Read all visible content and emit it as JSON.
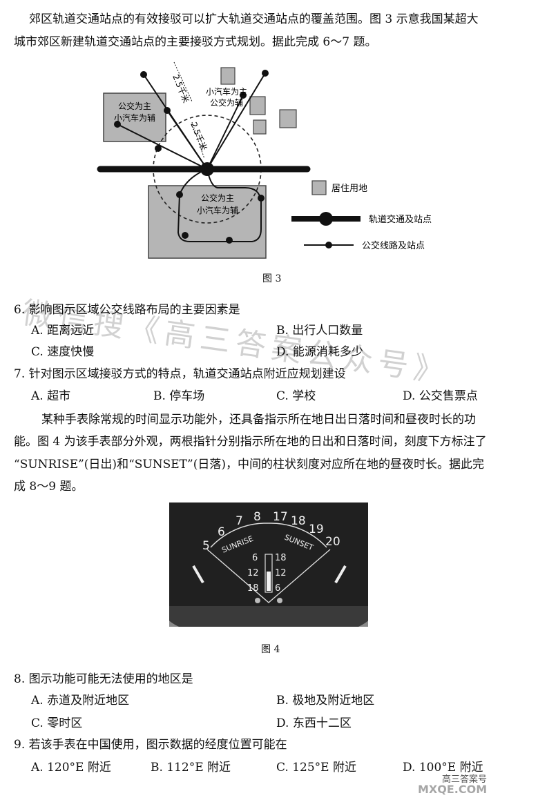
{
  "intro1": {
    "line1": "郊区轨道交通站点的有效接驳可以扩大轨道交通站点的覆盖范围。图 3 示意我国某超大",
    "line2": "城市郊区新建轨道交通站点的主要接驳方式规划。据此完成 6～7 题。"
  },
  "fig3": {
    "caption": "图 3",
    "box_left": "公交为主\n小汽车为辅",
    "box_right_top": "小汽车为主\n公交为辅",
    "box_bottom": "公交为主\n小汽车为辅",
    "dist_outer": "2.5千米",
    "dist_inner": "2.5千米",
    "legend": {
      "residential": "居住用地",
      "rail": "轨道交通及站点",
      "bus": "公交线路及站点"
    }
  },
  "q6": {
    "stem": "6. 影响图示区域公交线路布局的主要因素是",
    "A": "A. 距离远近",
    "B": "B. 出行人口数量",
    "C": "C. 速度快慢",
    "D": "D. 能源消耗多少"
  },
  "q7": {
    "stem": "7. 针对图示区域接驳方式的特点，轨道交通站点附近应规划建设",
    "A": "A. 超市",
    "B": "B. 停车场",
    "C": "C. 学校",
    "D": "D. 公交售票点"
  },
  "intro2": {
    "line1": "某种手表除常规的时间显示功能外，还具备指示所在地日出日落时间和昼夜时长的功",
    "line2": "能。图 4 为该手表部分外观，两根指针分别指示所在地的日出和日落时间，刻度下方标注了",
    "line3": "“SUNRISE”(日出)和“SUNSET”(日落)，中间的柱状刻度对应所在地的昼夜时长。据此完",
    "line4": "成 8～9 题。"
  },
  "fig4": {
    "caption": "图 4",
    "left_ticks": [
      "5",
      "6",
      "7",
      "8"
    ],
    "right_ticks": [
      "17",
      "18",
      "19",
      "20"
    ],
    "sunrise": "SUNRISE",
    "sunset": "SUNSET",
    "col_left": [
      "6",
      "12",
      "18"
    ],
    "col_right": [
      "18",
      "12",
      "6"
    ]
  },
  "q8": {
    "stem": "8. 图示功能可能无法使用的地区是",
    "A": "A. 赤道及附近地区",
    "B": "B. 极地及附近地区",
    "C": "C. 零时区",
    "D": "D. 东西十二区"
  },
  "q9": {
    "stem": "9. 若该手表在中国使用，图示数据的经度位置可能在",
    "A": "A. 120°E 附近",
    "B": "B. 112°E 附近",
    "C": "C. 125°E 附近",
    "D": "D. 100°E 附近"
  },
  "watermark": {
    "text1": "微信搜《高三答案公众号》",
    "text2": "高三答案号",
    "text3": "MXQE.COM"
  }
}
